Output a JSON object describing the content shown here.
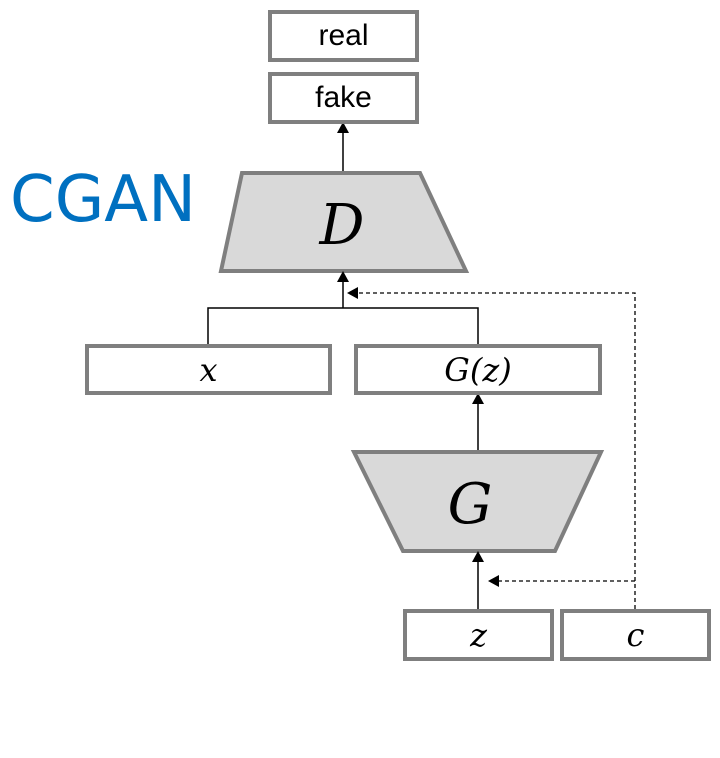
{
  "title": "CGAN",
  "outputs": {
    "real": "real",
    "fake": "fake"
  },
  "networks": {
    "discriminator": "D",
    "generator": "G"
  },
  "inputs": {
    "x": "x",
    "gz": "G(z)",
    "z": "z",
    "c": "c"
  },
  "colors": {
    "title": "#0070c0",
    "border": "#7f7f7f",
    "network_fill": "#d9d9d9"
  }
}
